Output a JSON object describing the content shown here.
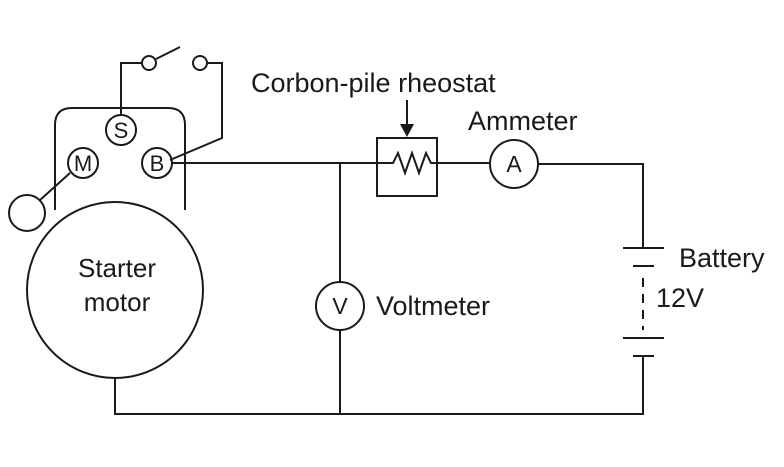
{
  "diagram": {
    "motor": {
      "line1": "Starter",
      "line2": "motor"
    },
    "terminals": {
      "s": "S",
      "m": "M",
      "b": "B"
    },
    "rheostat_label": "Corbon-pile rheostat",
    "ammeter": {
      "label": "Ammeter",
      "symbol": "A"
    },
    "voltmeter": {
      "label": "Voltmeter",
      "symbol": "V"
    },
    "battery": {
      "label": "Battery",
      "voltage": "12V"
    }
  }
}
